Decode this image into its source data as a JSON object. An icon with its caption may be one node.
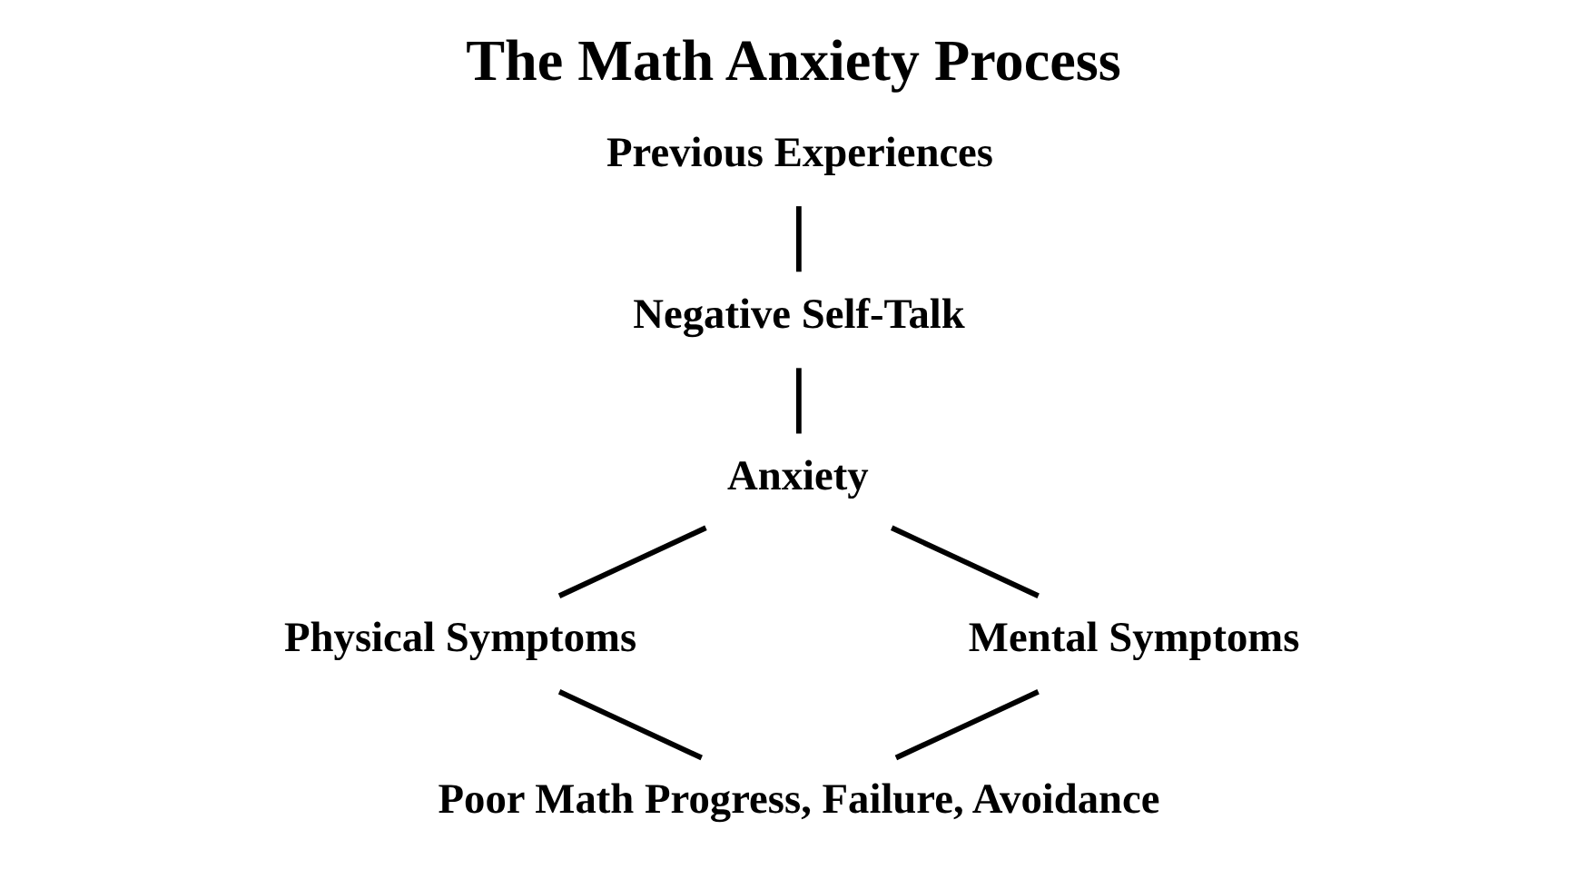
{
  "diagram": {
    "title": "The Math Anxiety Process",
    "nodes": [
      {
        "text": [
          "Previous Experiences"
        ]
      },
      {
        "text": [
          "Negative Self-Talk"
        ]
      },
      {
        "text": [
          "Anxiety"
        ]
      },
      {
        "text": [
          "Physical Symptoms"
        ]
      },
      {
        "text": [
          "Mental Symptoms"
        ]
      },
      {
        "text": [
          "Poor Math Progress, Failure, Avoidance"
        ]
      }
    ],
    "edges": [
      {
        "from": 0,
        "to": 1,
        "arrow": "none"
      },
      {
        "from": 1,
        "to": 2,
        "arrow": "none"
      },
      {
        "from": 2,
        "to": 3,
        "arrow": "none"
      },
      {
        "from": 2,
        "to": 4,
        "arrow": "none"
      },
      {
        "from": 3,
        "to": 5,
        "arrow": "none"
      },
      {
        "from": 4,
        "to": 5,
        "arrow": "none"
      }
    ]
  }
}
